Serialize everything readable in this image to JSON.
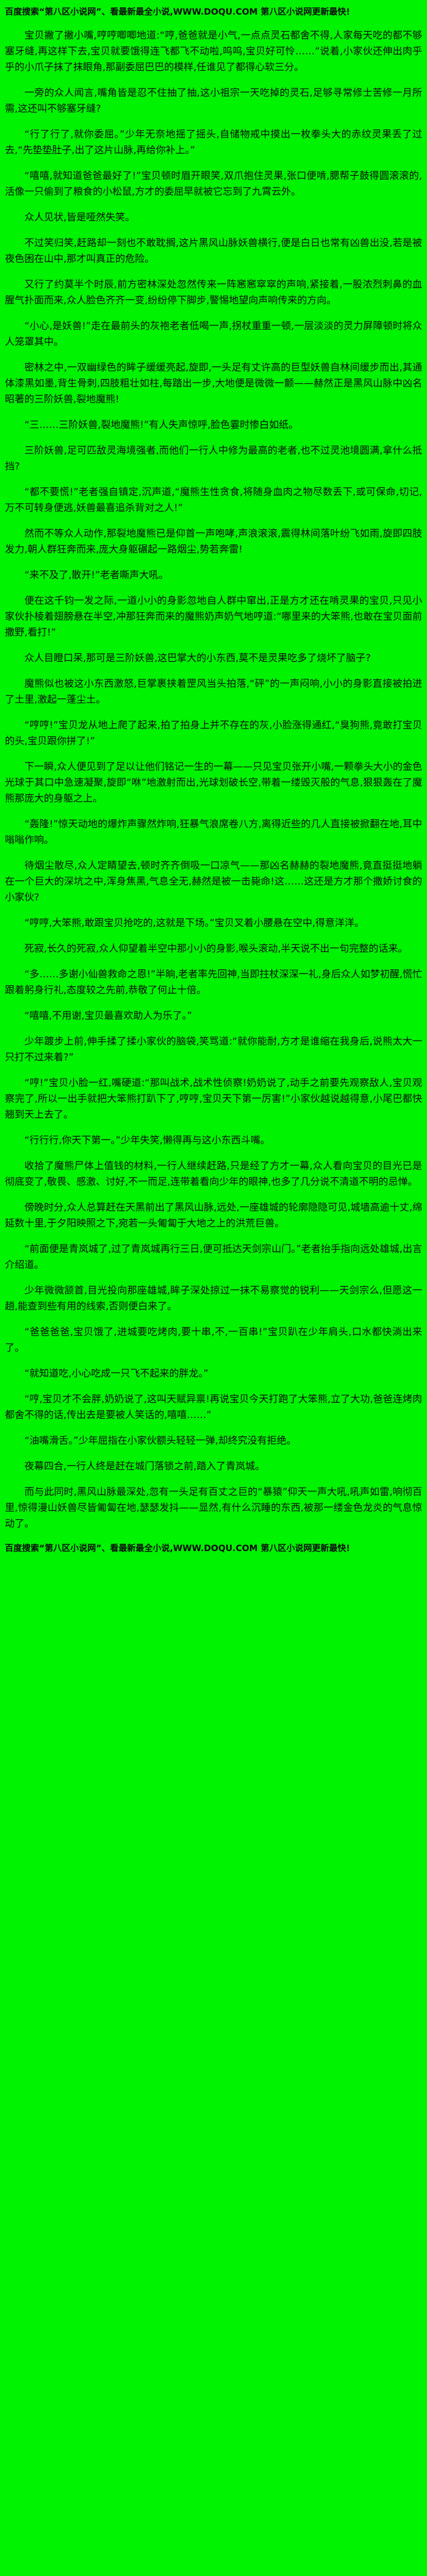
{
  "page": {
    "background_color": "#00f300",
    "text_color": "#0b0b0b"
  },
  "header": {
    "notice": "百度搜索“第八区小说网”、看最新最全小说,WWW.DOQU.COM 第八区小说网更新最快!"
  },
  "content": {
    "paragraphs": [
      "宝贝撇了撇小嘴,哼哼唧唧地道:“哼,爸爸就是小气,一点点灵石都舍不得,人家每天吃的都不够塞牙缝,再这样下去,宝贝就要饿得连飞都飞不动啦,呜呜,宝贝好可怜……”说着,小家伙还伸出肉乎乎的小爪子抹了抹眼角,那副委屈巴巴的模样,任谁见了都得心软三分。",
      "一旁的众人闻言,嘴角皆是忍不住抽了抽,这小祖宗一天吃掉的灵石,足够寻常修士苦修一月所需,这还叫不够塞牙缝?",
      "“行了行了,就你委屈。”少年无奈地摇了摇头,自储物戒中摸出一枚拳头大的赤纹灵果丢了过去,“先垫垫肚子,出了这片山脉,再给你补上。”",
      "“嘻嘻,就知道爸爸最好了!”宝贝顿时眉开眼笑,双爪抱住灵果,张口便啃,腮帮子鼓得圆滚滚的,活像一只偷到了粮食的小松鼠,方才的委屈早就被它忘到了九霄云外。",
      "众人见状,皆是哑然失笑。",
      "不过笑归笑,赶路却一刻也不敢耽搁,这片黑风山脉妖兽横行,便是白日也常有凶兽出没,若是被夜色困在山中,那才叫真正的危险。",
      "又行了约莫半个时辰,前方密林深处忽然传来一阵窸窸窣窣的声响,紧接着,一股浓烈刺鼻的血腥气扑面而来,众人脸色齐齐一变,纷纷停下脚步,警惕地望向声响传来的方向。",
      "“小心,是妖兽!”走在最前头的灰袍老者低喝一声,拐杖重重一顿,一层淡淡的灵力屏障顿时将众人笼罩其中。",
      "密林之中,一双幽绿色的眸子缓缓亮起,旋即,一头足有丈许高的巨型妖兽自林间缓步而出,其通体漆黑如墨,背生骨刺,四肢粗壮如柱,每踏出一步,大地便是微微一颤——赫然正是黑风山脉中凶名昭著的三阶妖兽,裂地魔熊!",
      "“三……三阶妖兽,裂地魔熊!”有人失声惊呼,脸色霎时惨白如纸。",
      "三阶妖兽,足可匹敌灵海境强者,而他们一行人中修为最高的老者,也不过灵池境圆满,拿什么抵挡?",
      "“都不要慌!”老者强自镇定,沉声道,“魔熊生性贪食,将随身血肉之物尽数丢下,或可保命,切记,万不可转身便逃,妖兽最喜追杀背对之人!”",
      "然而不等众人动作,那裂地魔熊已是仰首一声咆哮,声浪滚滚,震得林间落叶纷飞如雨,旋即四肢发力,朝人群狂奔而来,庞大身躯碾起一路烟尘,势若奔雷!",
      "“来不及了,散开!”老者嘶声大吼。",
      "便在这千钧一发之际,一道小小的身影忽地自人群中窜出,正是方才还在啃灵果的宝贝,只见小家伙扑棱着翅膀悬在半空,冲那狂奔而来的魔熊奶声奶气地哼道:“哪里来的大笨熊,也敢在宝贝面前撒野,看打!”",
      "众人目瞪口呆,那可是三阶妖兽,这巴掌大的小东西,莫不是灵果吃多了烧坏了脑子?",
      "魔熊似也被这小东西激怒,巨掌裹挟着罡风当头拍落,“砰”的一声闷响,小小的身影直接被拍进了土里,激起一蓬尘土。",
      "“哼哼!”宝贝龙从地上爬了起来,拍了拍身上并不存在的灰,小脸涨得通红,“臭狗熊,竟敢打宝贝的头,宝贝跟你拼了!”",
      "下一瞬,众人便见到了足以让他们铭记一生的一幕——只见宝贝张开小嘴,一颗拳头大小的金色光球于其口中急速凝聚,旋即“咻”地激射而出,光球划破长空,带着一缕毁灭般的气息,狠狠轰在了魔熊那庞大的身躯之上。",
      "“轰隆!”惊天动地的爆炸声骤然炸响,狂暴气浪席卷八方,离得近些的几人直接被掀翻在地,耳中嗡嗡作响。",
      "待烟尘散尽,众人定睛望去,顿时齐齐倒吸一口凉气——那凶名赫赫的裂地魔熊,竟直挺挺地躺在一个巨大的深坑之中,浑身焦黑,气息全无,赫然是被一击毙命!这……这还是方才那个撒娇讨食的小家伙?",
      "“哼哼,大笨熊,敢跟宝贝抢吃的,这就是下场。”宝贝叉着小腰悬在空中,得意洋洋。",
      "死寂,长久的死寂,众人仰望着半空中那小小的身影,喉头滚动,半天说不出一句完整的话来。",
      "“多……多谢小仙兽救命之恩!”半晌,老者率先回神,当即拄杖深深一礼,身后众人如梦初醒,慌忙跟着躬身行礼,态度较之先前,恭敬了何止十倍。",
      "“嘻嘻,不用谢,宝贝最喜欢助人为乐了。”",
      "少年踱步上前,伸手揉了揉小家伙的脑袋,笑骂道:“就你能耐,方才是谁缩在我身后,说熊太大一只打不过来着?”",
      "“哼!”宝贝小脸一红,嘴硬道:“那叫战术,战术性侦察!奶奶说了,动手之前要先观察敌人,宝贝观察完了,所以一出手就把大笨熊打趴下了,哼哼,宝贝天下第一厉害!”小家伙越说越得意,小尾巴都快翘到天上去了。",
      "“行行行,你天下第一。”少年失笑,懒得再与这小东西斗嘴。",
      "收拾了魔熊尸体上值钱的材料,一行人继续赶路,只是经了方才一幕,众人看向宝贝的目光已是彻底变了,敬畏、感激、讨好,不一而足,连带着看向少年的眼神,也多了几分说不清道不明的忌惮。",
      "傍晚时分,众人总算赶在天黑前出了黑风山脉,远处,一座雄城的轮廓隐隐可见,城墙高逾十丈,绵延数十里,于夕阳映照之下,宛若一头匍匐于大地之上的洪荒巨兽。",
      "“前面便是青岚城了,过了青岚城再行三日,便可抵达天剑宗山门。”老者抬手指向远处雄城,出言介绍道。",
      "少年微微颔首,目光投向那座雄城,眸子深处掠过一抹不易察觉的锐利——天剑宗么,但愿这一趟,能查到些有用的线索,否则便白来了。",
      "“爸爸爸爸,宝贝饿了,进城要吃烤肉,要十串,不,一百串!”宝贝趴在少年肩头,口水都快淌出来了。",
      "“就知道吃,小心吃成一只飞不起来的胖龙。”",
      "“哼,宝贝才不会胖,奶奶说了,这叫天赋异禀!再说宝贝今天打跑了大笨熊,立了大功,爸爸连烤肉都舍不得的话,传出去是要被人笑话的,嘻嘻……”",
      "“油嘴滑舌。”少年屈指在小家伙额头轻轻一弹,却终究没有拒绝。",
      "夜幕四合,一行人终是赶在城门落锁之前,踏入了青岚城。",
      "而与此同时,黑风山脉最深处,忽有一头足有百丈之巨的“暴猿”仰天一声大吼,吼声如雷,响彻百里,惊得漫山妖兽尽皆匍匐在地,瑟瑟发抖——显然,有什么沉睡的东西,被那一缕金色龙炎的气息惊动了。"
    ]
  },
  "footer": {
    "notice": "百度搜索“第八区小说网”、看最新最全小说,WWW.DOQU.COM 第八区小说网更新最快!"
  }
}
